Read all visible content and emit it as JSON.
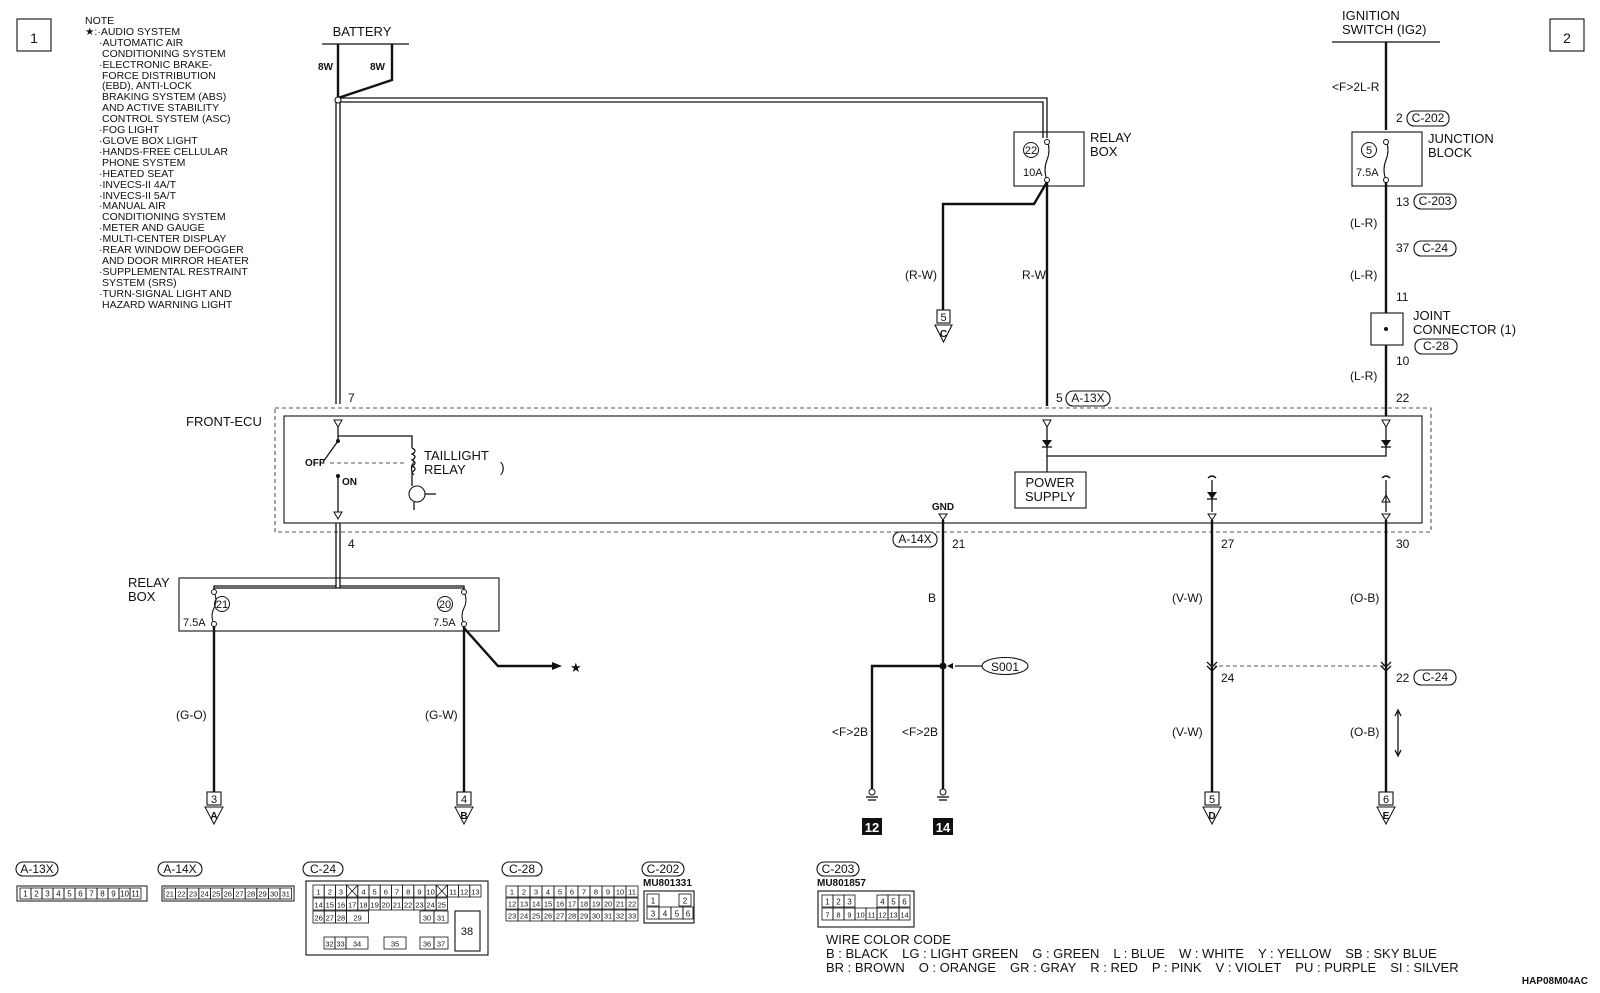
{
  "sheet": {
    "left_number": "1",
    "right_number": "2",
    "code": "HAP08M04AC"
  },
  "note": {
    "title": "NOTE",
    "star": "★",
    "items": [
      ":·AUDIO SYSTEM",
      "·AUTOMATIC AIR",
      "CONDITIONING SYSTEM",
      "·ELECTRONIC BRAKE-",
      "FORCE DISTRIBUTION",
      "(EBD), ANTI-LOCK",
      "BRAKING SYSTEM (ABS)",
      "AND ACTIVE STABILITY",
      "CONTROL SYSTEM (ASC)",
      "·FOG LIGHT",
      "·GLOVE BOX LIGHT",
      "·HANDS-FREE CELLULAR",
      "PHONE SYSTEM",
      "·HEATED SEAT",
      "·INVECS-II 4A/T",
      "·INVECS-II 5A/T",
      "·MANUAL AIR",
      "CONDITIONING SYSTEM",
      "·METER AND GAUGE",
      "·MULTI-CENTER DISPLAY",
      "·REAR WINDOW DEFOGGER",
      "AND DOOR MIRROR HEATER",
      "·SUPPLEMENTAL RESTRAINT",
      "SYSTEM (SRS)",
      "·TURN-SIGNAL LIGHT AND",
      "HAZARD WARNING LIGHT"
    ]
  },
  "battery": {
    "label": "BATTERY",
    "wire_a": "8W",
    "wire_b": "8W"
  },
  "ignition": {
    "label_1": "IGNITION",
    "label_2": "SWITCH (IG2)",
    "wire": "<F>2L-R"
  },
  "relay_box_top": {
    "label_1": "RELAY",
    "label_2": "BOX",
    "fuse_no": "22",
    "fuse_rating": "10A",
    "wire_left": "(R-W)",
    "wire_right": "R-W",
    "ref_no": "5",
    "ref_letter": "C"
  },
  "junction_block": {
    "label_1": "JUNCTION",
    "label_2": "BLOCK",
    "fuse_no": "5",
    "fuse_rating": "7.5A",
    "pin_in": "2",
    "conn_in": "C-202",
    "pin_out": "13",
    "conn_out": "C-203"
  },
  "ign_chain": {
    "wire_1": "(L-R)",
    "pin_37": "37",
    "conn_37": "C-24",
    "wire_2": "(L-R)",
    "pin_11": "11",
    "joint_1": "JOINT",
    "joint_2": "CONNECTOR (1)",
    "joint_conn": "C-28",
    "pin_10": "10",
    "wire_3": "(L-R)",
    "pin_22": "22"
  },
  "front_ecu": {
    "label": "FRONT-ECU",
    "pin_7": "7",
    "pin_5": "5",
    "conn_5": "A-13X",
    "relay_off": "OFF",
    "relay_on": "ON",
    "relay_label_1": "TAILLIGHT",
    "relay_label_2": "RELAY",
    "power_1": "POWER",
    "power_2": "SUPPLY",
    "gnd": "GND",
    "pin_4": "4",
    "conn_21": "A-14X",
    "pin_21": "21",
    "pin_27": "27",
    "pin_30": "30"
  },
  "relay_box_bottom": {
    "label_1": "RELAY",
    "label_2": "BOX",
    "fuse_a_no": "21",
    "fuse_a_rating": "7.5A",
    "fuse_b_no": "20",
    "fuse_b_rating": "7.5A",
    "star": "★",
    "wire_a": "(G-O)",
    "wire_b": "(G-W)",
    "ref_a_no": "3",
    "ref_a_letter": "A",
    "ref_b_no": "4",
    "ref_b_letter": "B"
  },
  "ground": {
    "wire_b": "B",
    "splice": "S001",
    "wire_f1": "<F>2B",
    "wire_f2": "<F>2B",
    "ground_12": "12",
    "ground_14": "14"
  },
  "circuit_27": {
    "wire_1": "(V-W)",
    "pin_24": "24",
    "wire_2": "(V-W)",
    "ref_no": "5",
    "ref_letter": "D"
  },
  "circuit_30": {
    "wire_1": "(O-B)",
    "pin_22": "22",
    "conn": "C-24",
    "wire_2": "(O-B)",
    "ref_no": "6",
    "ref_letter": "E"
  },
  "connectors": {
    "a13x": {
      "name": "A-13X",
      "pins": [
        "1",
        "2",
        "3",
        "4",
        "5",
        "6",
        "7",
        "8",
        "9",
        "10",
        "11"
      ]
    },
    "a14x": {
      "name": "A-14X",
      "pins": [
        "21",
        "22",
        "23",
        "24",
        "25",
        "26",
        "27",
        "28",
        "29",
        "30",
        "31"
      ]
    },
    "c24": {
      "name": "C-24",
      "row1": [
        "1",
        "2",
        "3",
        "",
        "4",
        "5",
        "6",
        "7",
        "8",
        "9",
        "10",
        "",
        "11",
        "12",
        "13"
      ],
      "row2": [
        "14",
        "15",
        "16",
        "17",
        "18",
        "19",
        "20",
        "21",
        "22",
        "23",
        "24",
        "25"
      ],
      "row3": [
        "26",
        "27",
        "28",
        "29",
        "30",
        "31"
      ],
      "row4": [
        "32",
        "33",
        "34",
        "35",
        "36",
        "37"
      ],
      "big": "38"
    },
    "c28": {
      "name": "C-28",
      "row1": [
        "1",
        "2",
        "3",
        "4",
        "5",
        "6",
        "7",
        "8",
        "9",
        "10",
        "11"
      ],
      "row2": [
        "12",
        "13",
        "14",
        "15",
        "16",
        "17",
        "18",
        "19",
        "20",
        "21",
        "22"
      ],
      "row3": [
        "23",
        "24",
        "25",
        "26",
        "27",
        "28",
        "29",
        "30",
        "31",
        "32",
        "33"
      ]
    },
    "c202": {
      "name": "C-202",
      "part": "MU801331",
      "pins": [
        "1",
        "2",
        "3",
        "4",
        "5",
        "6"
      ]
    },
    "c203": {
      "name": "C-203",
      "part": "MU801857",
      "row1": [
        "1",
        "2",
        "3",
        "4",
        "5",
        "6"
      ],
      "row2": [
        "7",
        "8",
        "9",
        "10",
        "11",
        "12",
        "13",
        "14"
      ]
    }
  },
  "wire_color_code": {
    "title": "WIRE COLOR CODE",
    "row1": [
      "B : BLACK",
      "LG : LIGHT GREEN",
      "G : GREEN",
      "L : BLUE",
      "W : WHITE",
      "Y : YELLOW",
      "SB : SKY BLUE"
    ],
    "row2": [
      "BR : BROWN",
      "O : ORANGE",
      "GR : GRAY",
      "R : RED",
      "P : PINK",
      "V : VIOLET",
      "PU : PURPLE",
      "SI : SILVER"
    ]
  }
}
